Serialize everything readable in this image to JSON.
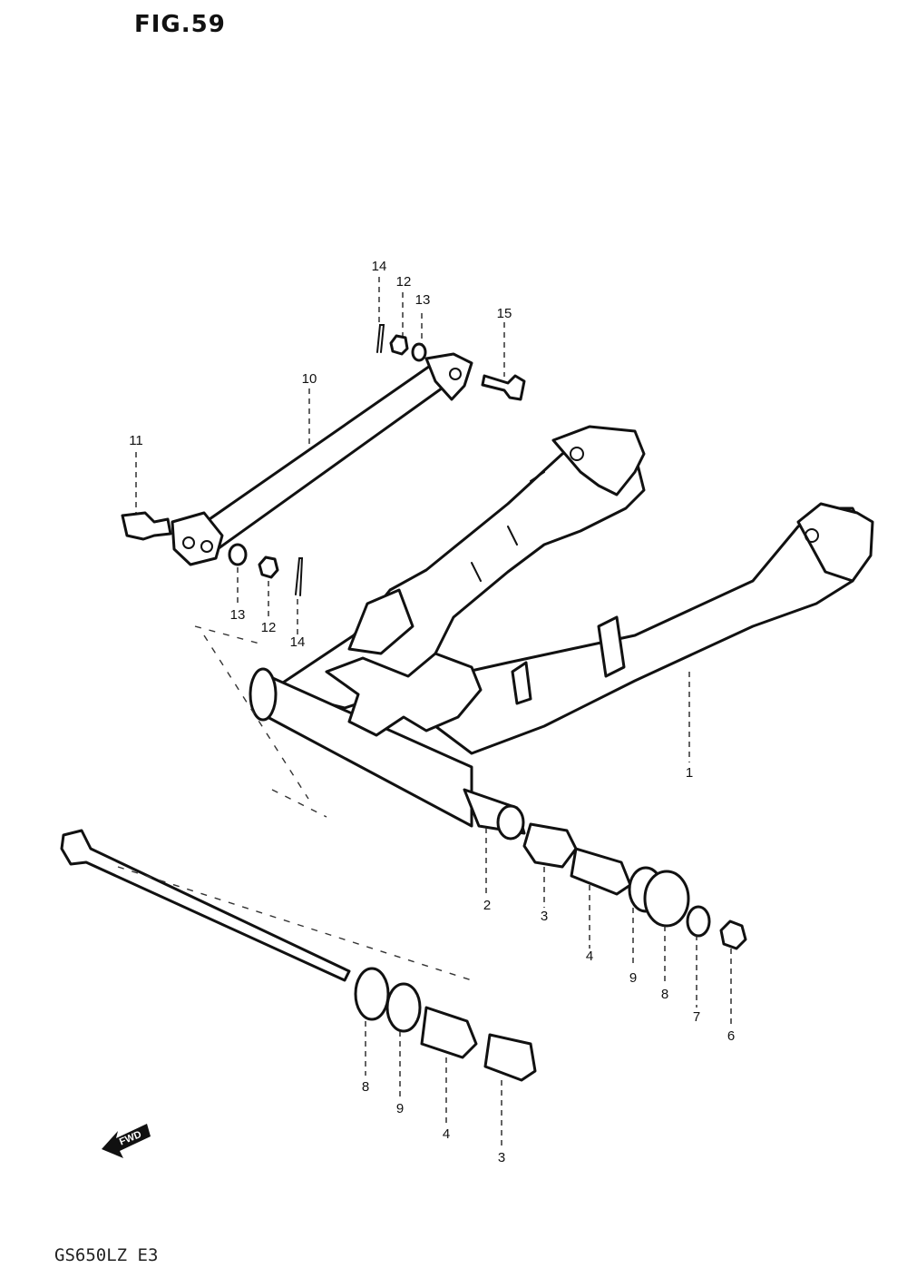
{
  "figure": {
    "title": "FIG.59"
  },
  "model_code": "GS650LZ E3",
  "fwd_label": "FWD",
  "callouts": {
    "swingarm": "1",
    "spacer": "2",
    "bearing_upper": "3",
    "bushing_upper": "4",
    "nut": "6",
    "washer": "7",
    "dust_seal_upper": "8",
    "thrust_washer_upper": "9",
    "torque_link": "10",
    "bolt_left": "11",
    "nut_left": "12",
    "washer_left": "13",
    "pin_left": "14",
    "bolt_right": "15",
    "pin_top": "14",
    "nut_top": "12",
    "washer_top": "13",
    "seal_lower": "8",
    "thrust_washer_lower": "9",
    "bushing_lower": "4",
    "bearing_lower": "3"
  }
}
